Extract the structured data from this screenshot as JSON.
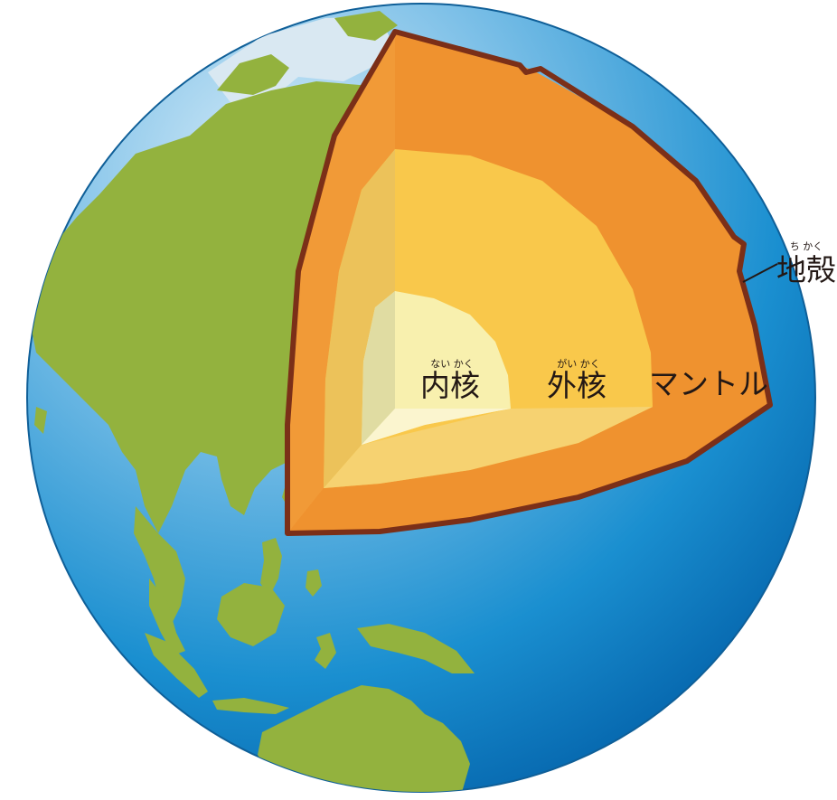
{
  "labels": {
    "inner_core": {
      "text": "内核",
      "ruby": "ない かく"
    },
    "outer_core": {
      "text": "外核",
      "ruby": "がい かく"
    },
    "mantle": {
      "text": "マントル"
    },
    "crust": {
      "text": "地殻",
      "ruby": "ち かく"
    }
  },
  "colors": {
    "ocean_light": "#8ac6ea",
    "ocean_dark": "#0b7ac2",
    "land": "#93b23e",
    "ice": "#d8e7f1",
    "crust_outline": "#7b2f18",
    "mantle": "#ef922f",
    "mantle_face": "#f3a13e",
    "outer_core": "#f9c84b",
    "outer_core_face": "#f6d271",
    "inner_core": "#f8f0ae",
    "inner_core_face": "#fbf5cf",
    "label_text": "#231815"
  }
}
